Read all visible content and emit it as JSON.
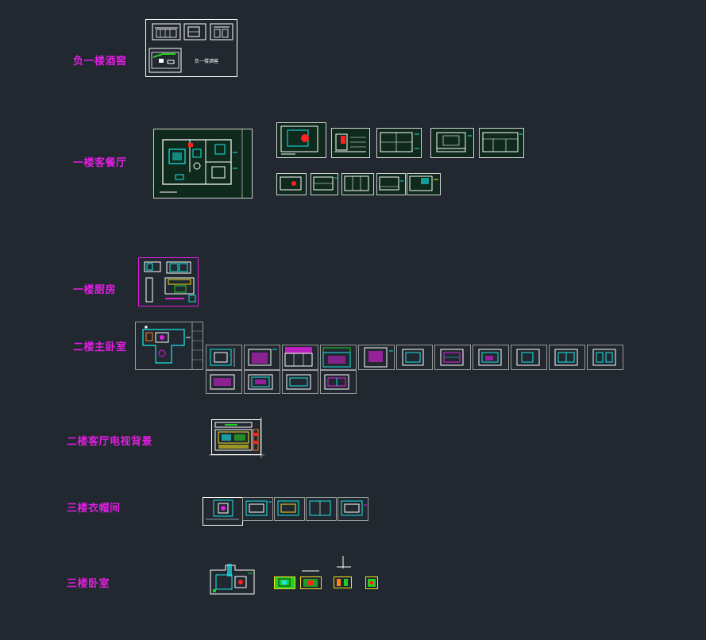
{
  "colors": {
    "background": "#212830",
    "label": "#e21ee2",
    "frame_white": "#ffffff",
    "frame_dark": "#0f2a1c",
    "cyan": "#18e8e8",
    "magenta": "#e21ee2",
    "red": "#ff2020",
    "yellow": "#f0e020",
    "green": "#20d020"
  },
  "sections": [
    {
      "label": "负一楼酒窖"
    },
    {
      "label": "一楼客餐厅"
    },
    {
      "label": "一楼厨房"
    },
    {
      "label": "二楼主卧室"
    },
    {
      "label": "二楼客厅电视背景"
    },
    {
      "label": "三楼衣帽间"
    },
    {
      "label": "三楼卧室"
    }
  ],
  "sheets": {
    "wine_cellar_title": "负一楼酒窖"
  }
}
